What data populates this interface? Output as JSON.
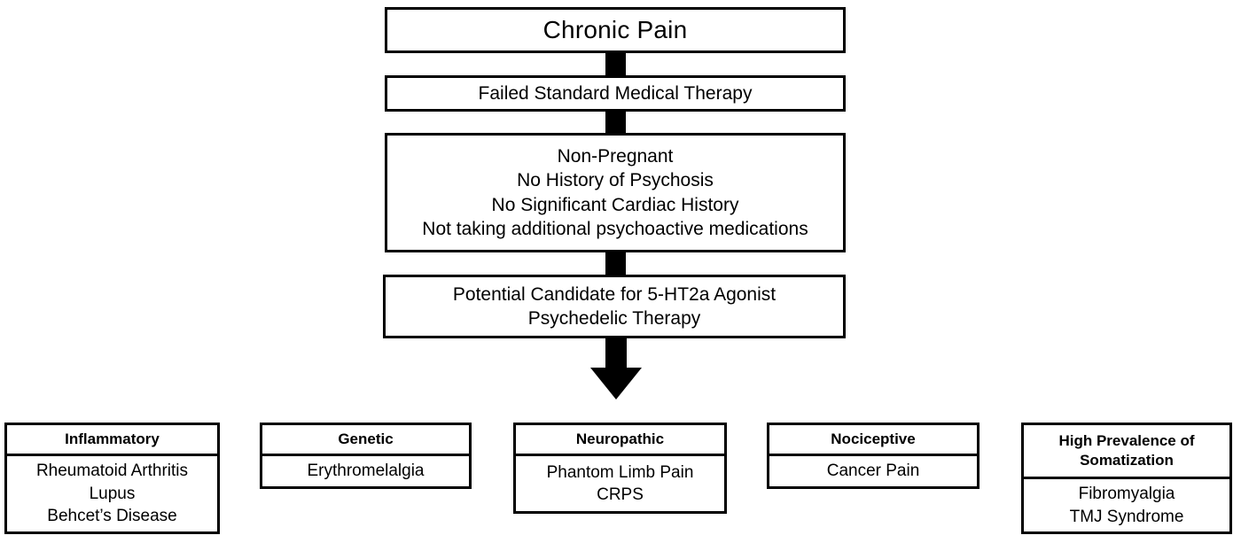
{
  "diagram": {
    "title": "Chronic Pain psychedelic therapy candidate flowchart",
    "flow": [
      {
        "id": "chronic-pain",
        "lines": [
          "Chronic Pain"
        ]
      },
      {
        "id": "failed-therapy",
        "lines": [
          "Failed Standard Medical Therapy"
        ]
      },
      {
        "id": "eligibility",
        "lines": [
          "Non-Pregnant",
          "No History of Psychosis",
          "No Significant Cardiac History",
          "Not taking additional psychoactive medications"
        ]
      },
      {
        "id": "candidate",
        "lines": [
          "Potential Candidate for 5-HT2a Agonist",
          "Psychedelic Therapy"
        ]
      }
    ],
    "categories": [
      {
        "id": "inflammatory",
        "header": [
          "Inflammatory"
        ],
        "items": [
          "Rheumatoid Arthritis",
          "Lupus",
          "Behcet’s Disease"
        ]
      },
      {
        "id": "genetic",
        "header": [
          "Genetic"
        ],
        "items": [
          "Erythromelalgia"
        ]
      },
      {
        "id": "neuropathic",
        "header": [
          "Neuropathic"
        ],
        "items": [
          "Phantom Limb Pain",
          "CRPS"
        ]
      },
      {
        "id": "nociceptive",
        "header": [
          "Nociceptive"
        ],
        "items": [
          "Cancer Pain"
        ]
      },
      {
        "id": "somatization",
        "header": [
          "High Prevalence of",
          "Somatization"
        ],
        "items": [
          "Fibromyalgia",
          "TMJ Syndrome"
        ]
      }
    ],
    "connectors": {
      "style": "solid-bar",
      "count": 3,
      "color": "#000000"
    },
    "arrow": {
      "name": "down-arrow",
      "direction": "down",
      "color": "#000000"
    },
    "colors": {
      "background": "#FFFFFF",
      "border": "#000000",
      "text": "#000000"
    }
  }
}
